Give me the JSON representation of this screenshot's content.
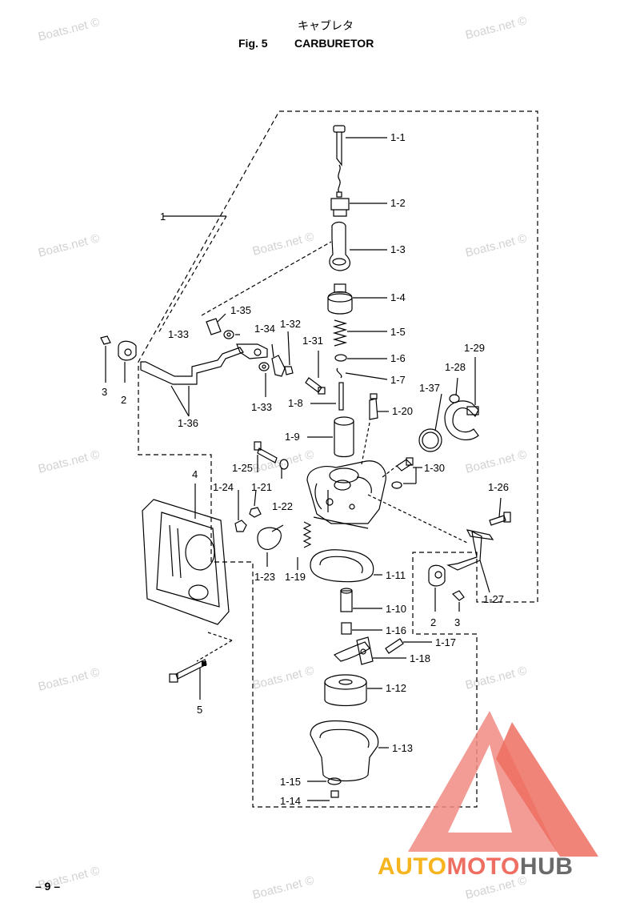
{
  "title": {
    "japanese": "キャブレタ",
    "figure": "Fig. 5",
    "name": "CARBURETOR"
  },
  "watermark": "Boats.net ©",
  "page_number": "– 9 –",
  "brand": {
    "part1": "AUTO",
    "part2": "MOTO",
    "part3": "HUB",
    "colors": [
      "#f6b51e",
      "#ef6e62",
      "#6a6a6a"
    ]
  },
  "callouts": [
    "1-1",
    "1-2",
    "1",
    "1-3",
    "1-4",
    "1-5",
    "1-6",
    "1-7",
    "1-8",
    "1-9",
    "1-10",
    "1-11",
    "1-12",
    "1-13",
    "1-14",
    "1-15",
    "1-16",
    "1-17",
    "1-18",
    "1-19",
    "1-20",
    "1-21",
    "1-22",
    "1-23",
    "1-24",
    "1-25",
    "1-26",
    "1-27",
    "1-28",
    "1-29",
    "1-30",
    "1-31",
    "1-32",
    "1-33",
    "1-33",
    "1-34",
    "1-35",
    "1-36",
    "1-37",
    "2",
    "3",
    "2",
    "3",
    "4",
    "5"
  ]
}
